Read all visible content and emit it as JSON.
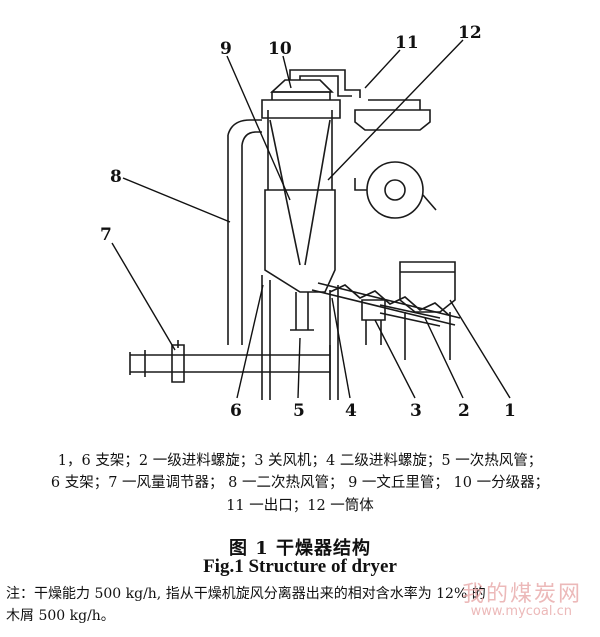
{
  "diagram": {
    "labels": [
      "1",
      "2",
      "3",
      "4",
      "5",
      "6",
      "7",
      "8",
      "9",
      "10",
      "11",
      "12"
    ]
  },
  "legend": {
    "line1": "1，6 支架；2 一级进料螺旋；3 关风机；4 二级进料螺旋；5 一次热风管；",
    "line2": "6 支架；7 一风量调节器； 8 一二次热风管； 9 一文丘里管； 10 一分级器；",
    "line3": "11 一出口；12 一筒体"
  },
  "caption": {
    "cn": "图 1    干燥器结构",
    "en": "Fig.1     Structure of dryer"
  },
  "note": {
    "line1": "注：干燥能力 500 kg/h, 指从干燥机旋风分离器出来的相对含水率为 12% 的",
    "line2": "木屑 500 kg/h。"
  },
  "watermark": {
    "text": "我的煤炭网",
    "url": "www.mycoal.cn"
  }
}
